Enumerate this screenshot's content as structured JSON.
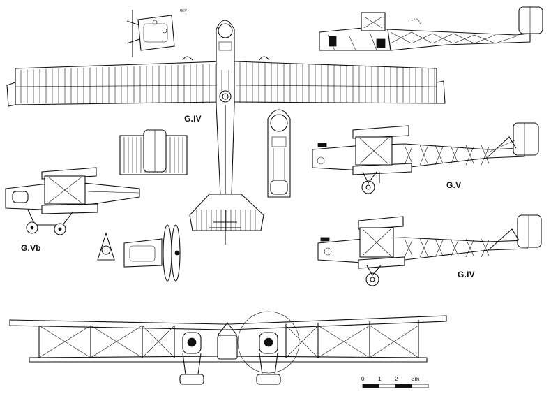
{
  "labels": {
    "g4_plan": "G.IV",
    "g5": "G.V",
    "g5b": "G.Vb",
    "g4_side": "G.IV",
    "engine_note": "G.IV"
  },
  "scale": {
    "ticks": [
      "0",
      "1",
      "2",
      "3m"
    ]
  },
  "colors": {
    "ink": "#111111",
    "paper": "#ffffff"
  }
}
